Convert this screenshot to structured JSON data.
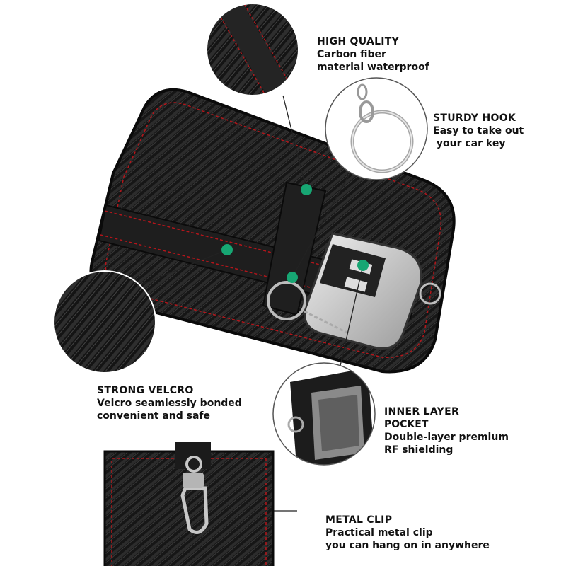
{
  "features": [
    {
      "id": "high-quality",
      "title": "HIGH QUALITY",
      "lines": [
        "Carbon fiber",
        "material waterproof"
      ]
    },
    {
      "id": "sturdy-hook",
      "title": "STURDY HOOK",
      "lines": [
        "Easy to take out",
        " your car key"
      ]
    },
    {
      "id": "strong-velcro",
      "title": "STRONG VELCRO",
      "lines": [
        "Velcro seamlessly bonded",
        "convenient and safe"
      ]
    },
    {
      "id": "inner-layer",
      "title": "INNER LAYER",
      "lines": [
        "POCKET",
        "Double-layer premium",
        "RF shielding"
      ]
    },
    {
      "id": "metal-clip",
      "title": "METAL CLIP",
      "lines": [
        "Practical metal clip",
        "you can hang on in anywhere"
      ]
    }
  ],
  "colors": {
    "accent": "#17a673",
    "stitch": "#b3161b",
    "fabric": "#1b1b1b"
  }
}
